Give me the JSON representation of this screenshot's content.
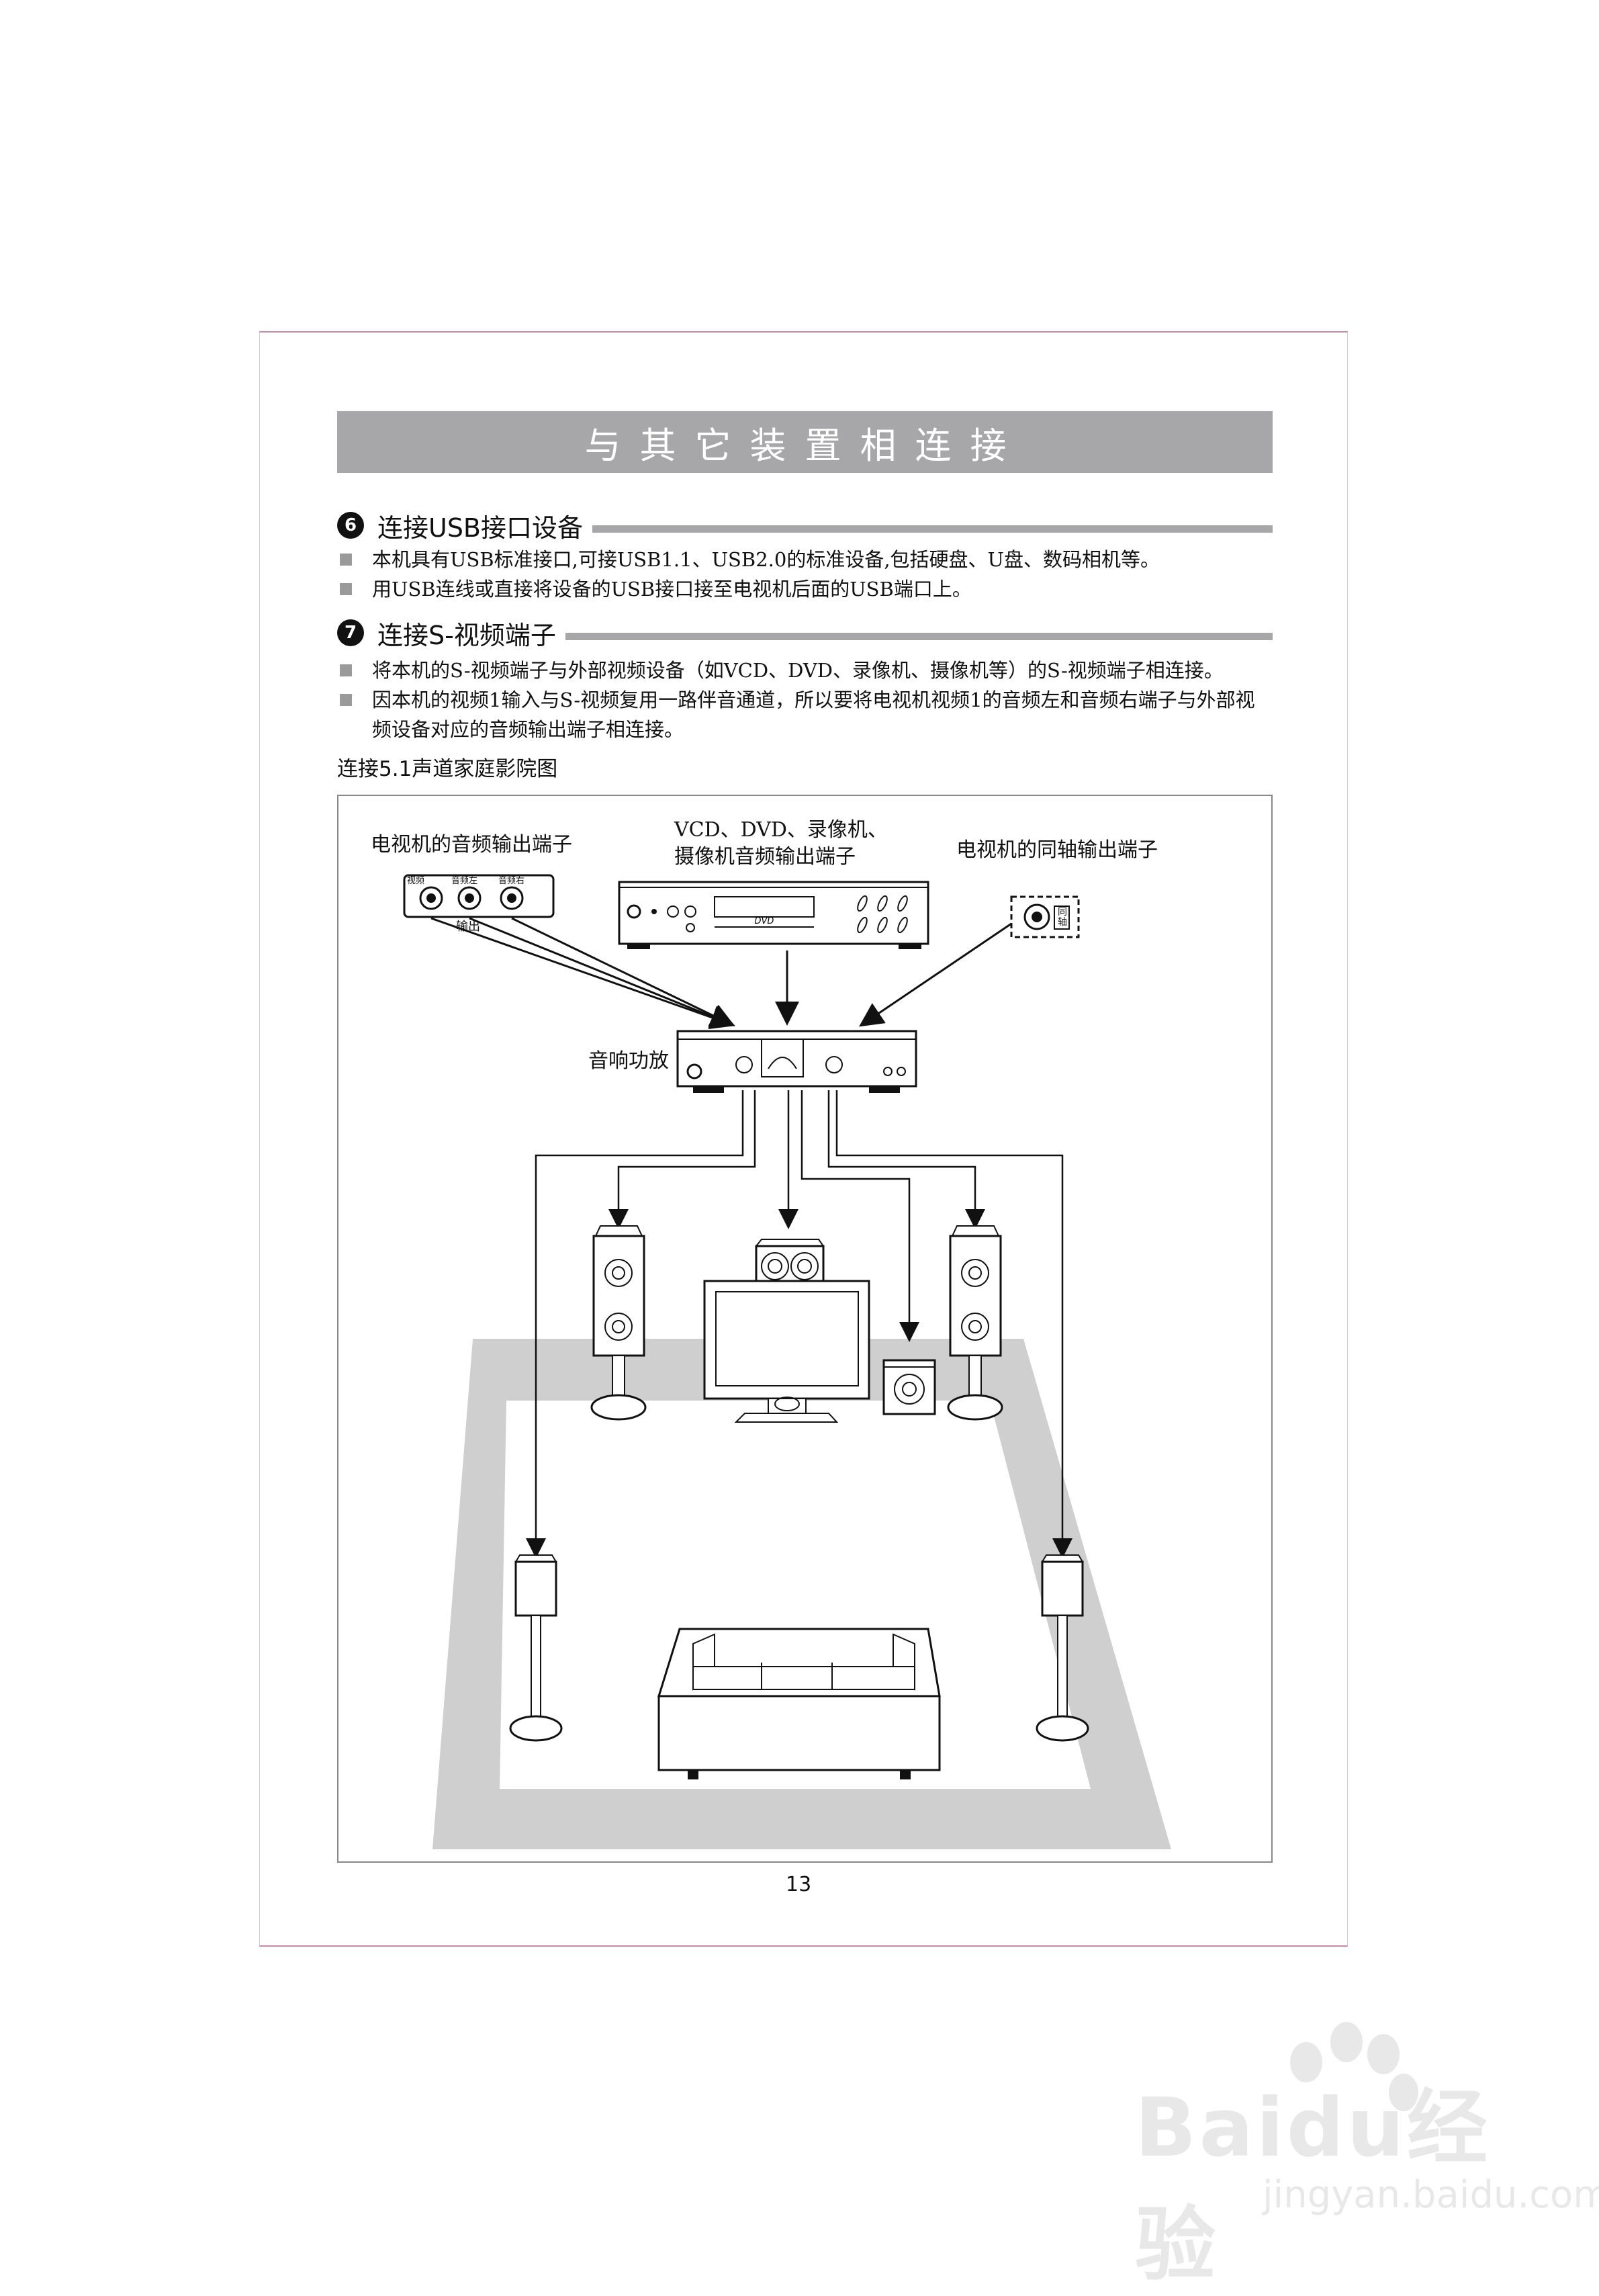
{
  "header": {
    "title": "与其它装置相连接"
  },
  "sections": [
    {
      "badge": "6",
      "title": "连接USB接口设备",
      "items": [
        "本机具有USB标准接口,可接USB1.1、USB2.0的标准设备,包括硬盘、U盘、数码相机等。",
        "用USB连线或直接将设备的USB接口接至电视机后面的USB端口上。"
      ]
    },
    {
      "badge": "7",
      "title": "连接S-视频端子",
      "items": [
        "将本机的S-视频端子与外部视频设备（如VCD、DVD、录像机、摄像机等）的S-视频端子相连接。",
        "因本机的视频1输入与S-视频复用一路伴音通道，所以要将电视机视频1的音频左和音频右端子与外部视频设备对应的音频输出端子相连接。"
      ]
    }
  ],
  "diagram": {
    "title": "连接5.1声道家庭影院图",
    "labels": {
      "tv_audio_out": "电视机的音频输出端子",
      "player_line1": "VCD、DVD、录像机、",
      "player_line2": "摄像机音频输出端子",
      "coax_out": "电视机的同轴输出端子",
      "amplifier": "音响功放",
      "jack_video": "视频",
      "jack_audio_l": "音频左",
      "jack_audio_r": "音频右",
      "jack_group": "输出",
      "coax_jack": "同轴",
      "dvd_logo": "DVD"
    }
  },
  "footer": {
    "page_number": "13"
  },
  "watermark": {
    "brand": "Baidu经验",
    "url": "jingyan.baidu.com"
  },
  "colors": {
    "frame_line": "#c98aa8",
    "title_bar": "#a7a7a9",
    "floor_band": "#cfcfcf"
  }
}
